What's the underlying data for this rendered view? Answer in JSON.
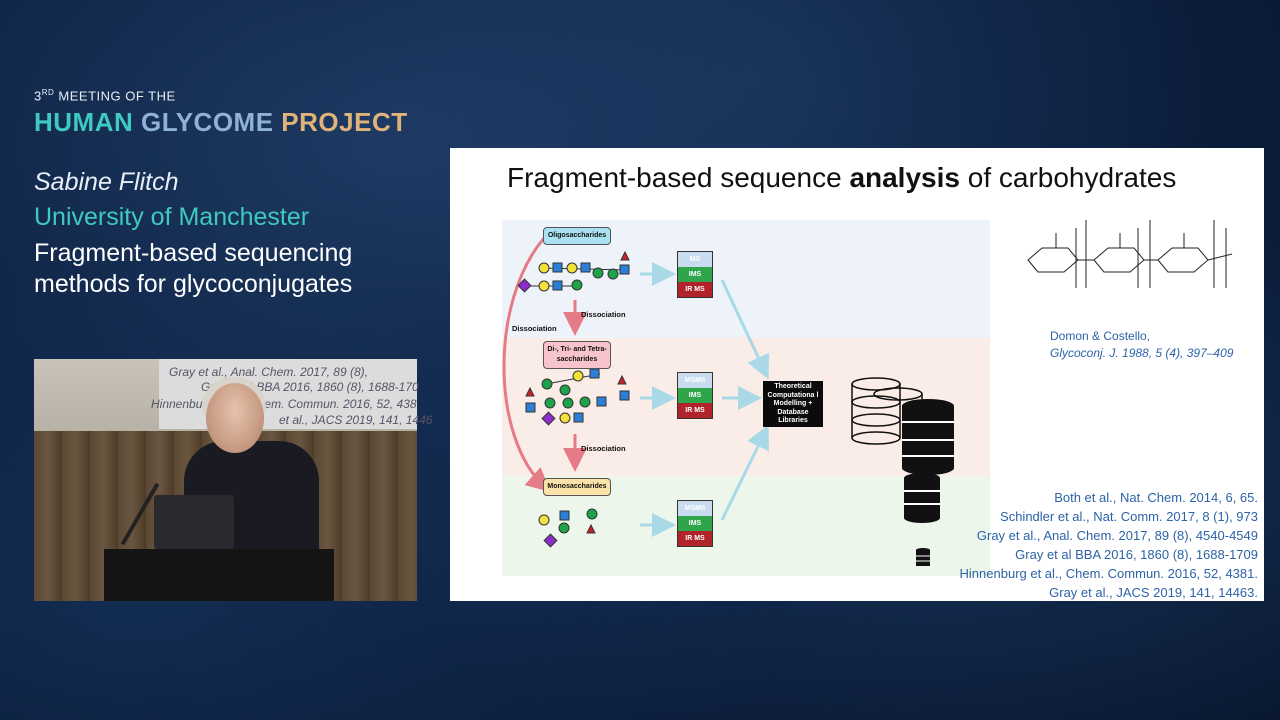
{
  "conference": {
    "line1_prefix": "3",
    "line1_sup": "RD",
    "line1_rest": " MEETING OF THE",
    "word_human": "HUMAN",
    "word_glycome": "GLYCOME",
    "word_project": "PROJECT",
    "colors": {
      "human": "#3fc9c0",
      "glycome": "#8fb2d6",
      "project": "#e0b37a"
    }
  },
  "speaker": {
    "name": "Sabine Flitch",
    "affiliation": "University of Manchester",
    "talk_title": "Fragment-based sequencing methods for glycoconjugates"
  },
  "video": {
    "screen_lines": [
      "Gray et al., Anal. Chem. 2017, 89 (8),",
      "Gray et al BBA 2016, 1860 (8), 1688-170",
      "Hinnenburg et al., Chem. Commun. 2016, 52, 438",
      "et al., JACS 2019, 141, 1446"
    ]
  },
  "slide": {
    "title_pre": "Fragment-based sequence ",
    "title_bold": "analysis",
    "title_post": " of carbohydrates",
    "boxes": {
      "oligo": "Oligosaccharides",
      "ditri": "Di-, Tri- and Tetra-saccharides",
      "mono": "Monosaccharides"
    },
    "labels": {
      "dissociation": "Dissociation",
      "dissociation_side": "Dissociation"
    },
    "ms_stacks": [
      [
        "MS",
        "IMS",
        "IR MS"
      ],
      [
        "MSMS",
        "IMS",
        "IR MS"
      ],
      [
        "MSMS",
        "IMS",
        "IR MS"
      ]
    ],
    "theory_box": "Theoretical Computationa l Modelling + Database Libraries",
    "domon_ref_line1": "Domon & Costello,",
    "domon_ref_line2": "Glycoconj. J. 1988, 5 (4), 397–409",
    "references": [
      "Both  et al., Nat. Chem. 2014, 6, 65.",
      "Schindler et al., Nat. Comm. 2017, 8 (1), 973",
      "Gray et al., Anal. Chem. 2017, 89 (8), 4540-4549",
      "Gray et al BBA 2016, 1860 (8), 1688-1709",
      "Hinnenburg  et al., Chem. Commun. 2016, 52, 4381.",
      "Gray et al., JACS 2019, 141, 14463."
    ]
  }
}
